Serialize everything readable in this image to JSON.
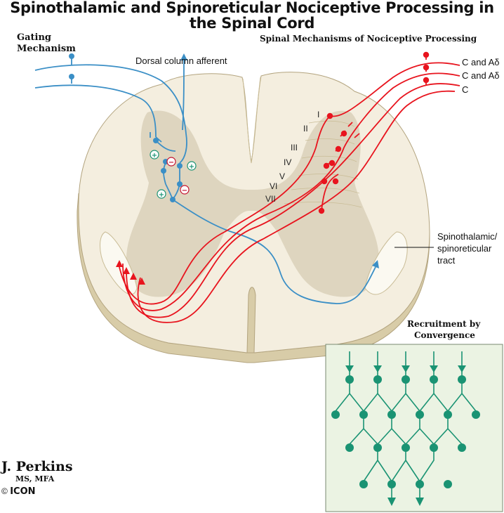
{
  "title": {
    "line1": "Spinothalamic and Spinoreticular Nociceptive Processing in",
    "line2": "the Spinal Cord"
  },
  "labels": {
    "gating_line1": "Gating",
    "gating_line2": "Mechanism",
    "spinal_mechanisms": "Spinal Mechanisms of Nociceptive Processing",
    "dorsal_column": "Dorsal column afferent",
    "fiber1": "C and Aδ",
    "fiber2": "C and Aδ",
    "fiber3": "C",
    "tract_line1": "Spinothalamic/",
    "tract_line2": "spinoreticular",
    "tract_line3": "tract",
    "recruit_line1": "Recruitment by",
    "recruit_line2": "Convergence"
  },
  "laminae": [
    "I",
    "II",
    "III",
    "IV",
    "V",
    "VI",
    "VII"
  ],
  "signs": {
    "plus": "+",
    "minus": "−"
  },
  "signature": {
    "name": "J. Perkins",
    "credentials": "MS, MFA",
    "copyright": "©",
    "logo": "ICON"
  },
  "colors": {
    "blue": "#3b8fc6",
    "red": "#e8141e",
    "teal": "#1a9373",
    "cord": "#f4eedf",
    "gray_matter": "#ded5bf",
    "edge": "#d8cca8"
  }
}
